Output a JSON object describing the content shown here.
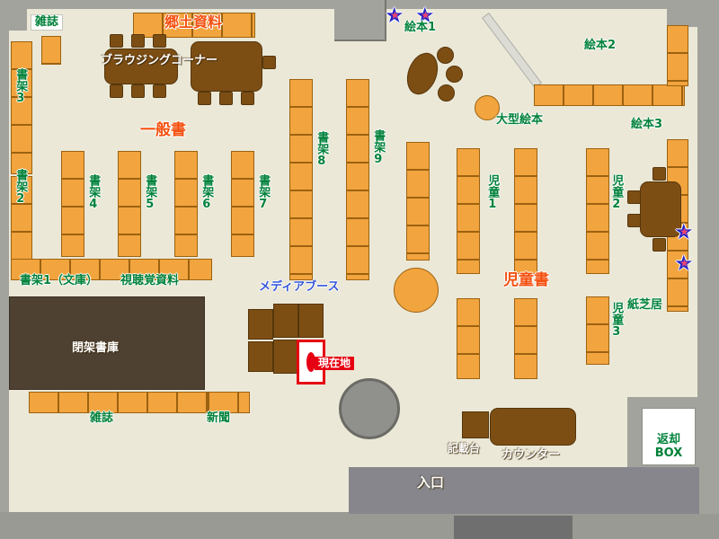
{
  "labels": {
    "magazines_top": "雑誌",
    "local_materials": "郷土資料",
    "browsing_corner": "ブラウジングコーナー",
    "shelf_3": "書架3",
    "shelf_2": "書架2",
    "general_books": "一般書",
    "shelf_4": "書架4",
    "shelf_5": "書架5",
    "shelf_6": "書架6",
    "shelf_7": "書架7",
    "shelf_8": "書架8",
    "shelf_9": "書架9",
    "picture_books_1": "絵本1",
    "picture_books_2": "絵本2",
    "picture_books_3": "絵本3",
    "large_picture_books": "大型絵本",
    "children_1": "児童1",
    "children_2": "児童2",
    "children_3": "児童3",
    "children_books": "児童書",
    "kamishibai": "紙芝居",
    "shelf_1_bunko": "書架1（文庫）",
    "audiovisual": "視聴覚資料",
    "media_booth": "メディアブース",
    "current_location": "現在地",
    "closed_stacks": "閉架書庫",
    "magazines_bottom": "雑誌",
    "newspapers": "新聞",
    "writing_stand": "記載台",
    "counter": "カウンター",
    "entrance": "入口",
    "return_box_line1": "返却",
    "return_box_line2": "BOX"
  },
  "colors": {
    "shelf_orange": "#f2a43e",
    "table_brown": "#7d4e14",
    "closed_stacks_brown": "#4e4132",
    "current_location_red": "#e60012",
    "label_green": "#00813a",
    "label_orange_red": "#f4500f",
    "label_blue": "#3355d8",
    "wall_gray": "#a3a39d",
    "floor_beige": "#ebe8d7"
  },
  "icons": {
    "star_count": 4
  }
}
